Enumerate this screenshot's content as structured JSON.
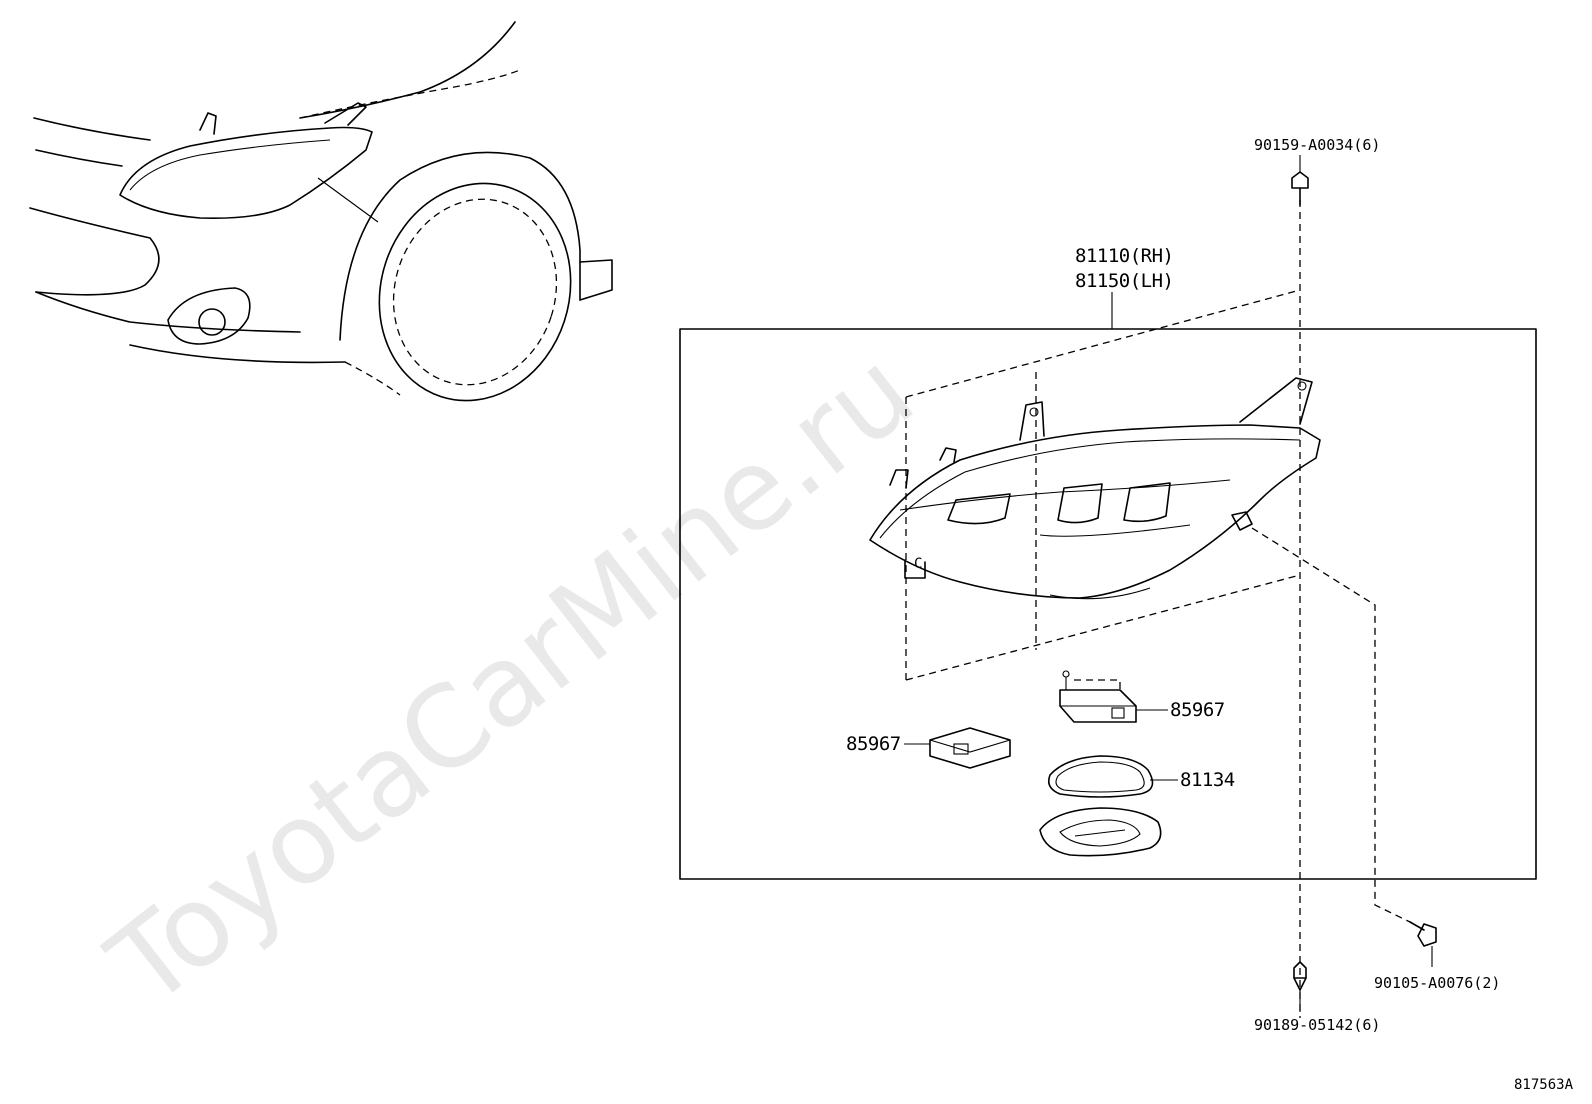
{
  "watermark": "ToyotaCarMine.ru",
  "diagram_ref": "817563A",
  "parts": {
    "assembly_rh": "81110(RH)",
    "assembly_lh": "81150(LH)",
    "screw_top": "90159-A0034(6)",
    "ecu_right": "85967",
    "ecu_left": "85967",
    "gasket": "81134",
    "bolt_right": "90105-A0076(2)",
    "nut_bottom": "90189-05142(6)"
  }
}
